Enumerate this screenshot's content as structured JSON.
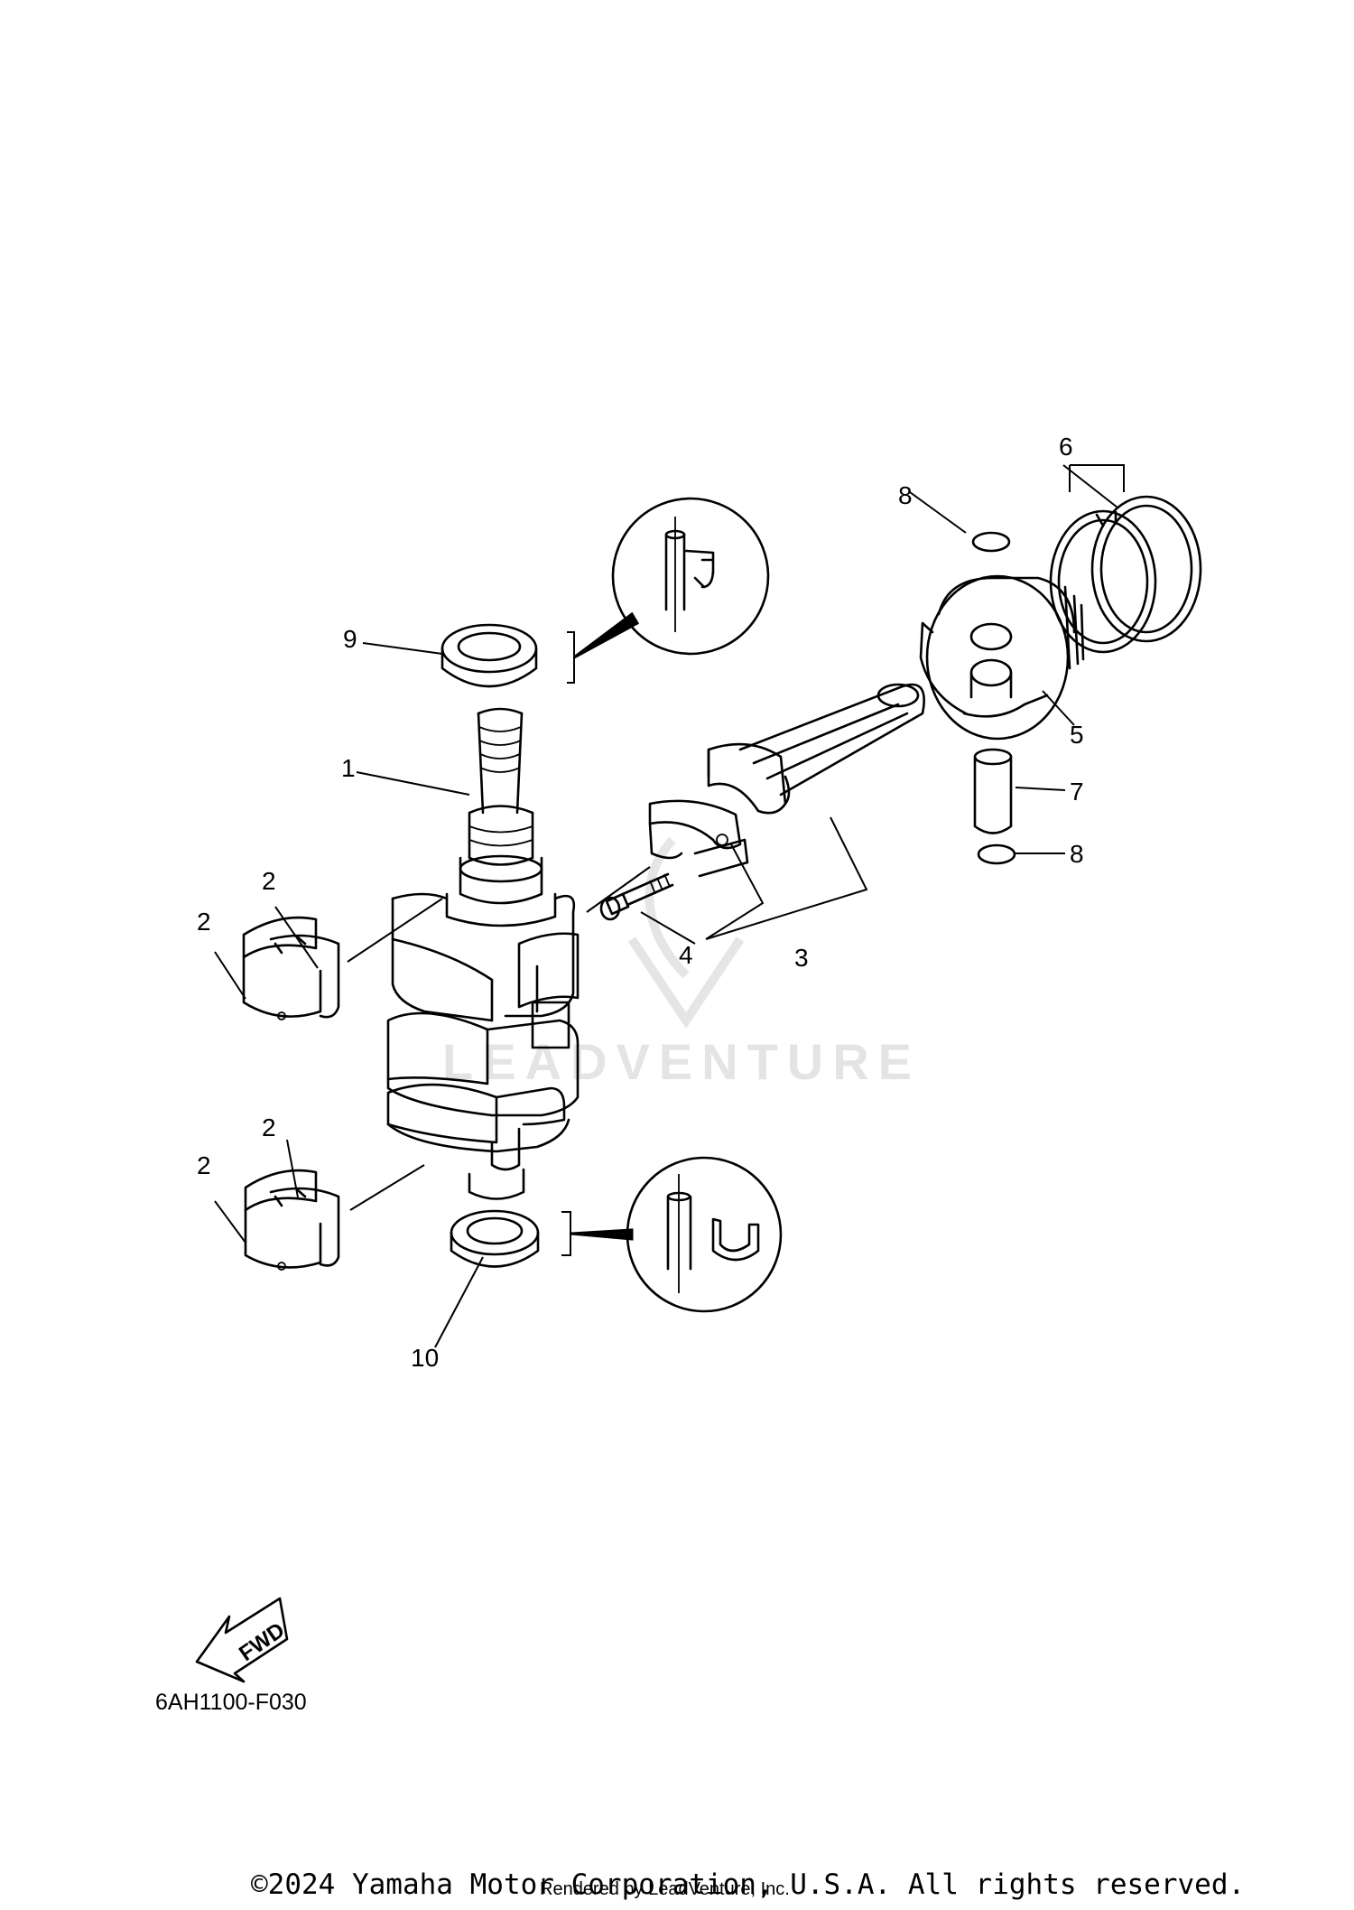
{
  "callouts": {
    "c1": "1",
    "c2a": "2",
    "c2b": "2",
    "c2c": "2",
    "c2d": "2",
    "c3": "3",
    "c4": "4",
    "c5": "5",
    "c6": "6",
    "c7": "7",
    "c8a": "8",
    "c8b": "8",
    "c9": "9",
    "c10": "10"
  },
  "fwd_label": "FWD",
  "diagram_code": "6AH1100-F030",
  "watermark": "LEADVENTURE",
  "rendered_by": "Rendered by LeadVenture, Inc.",
  "copyright": "©2024 Yamaha Motor Corporation, U.S.A. All rights reserved."
}
